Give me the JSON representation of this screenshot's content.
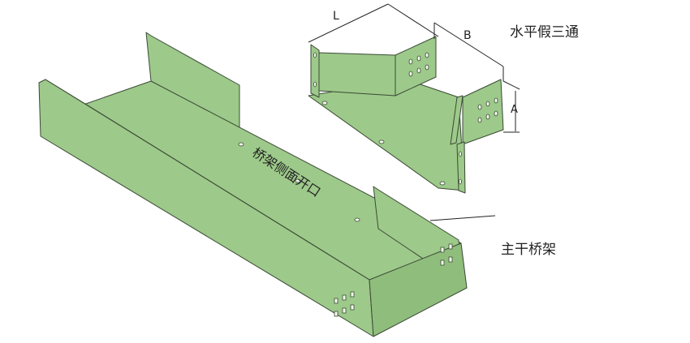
{
  "labels": {
    "tee_title": "水平假三通",
    "dim_l": "L",
    "dim_b": "B",
    "dim_a": "A",
    "side_opening": "桥架侧面开口",
    "main_tray": "主干桥架"
  },
  "colors": {
    "tray": "#9dc98a",
    "outline": "#3a4a35"
  }
}
